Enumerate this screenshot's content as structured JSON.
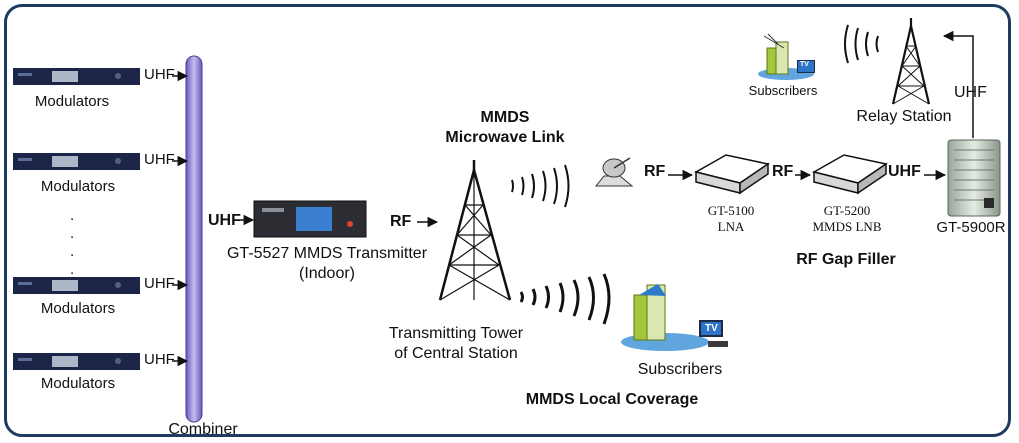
{
  "modulators": [
    {
      "label": "Modulators",
      "signal": "UHF"
    },
    {
      "label": "Modulators",
      "signal": "UHF"
    },
    {
      "label": "Modulators",
      "signal": "UHF"
    },
    {
      "label": "Modulators",
      "signal": "UHF"
    }
  ],
  "ellipsis": ".",
  "combiner": "Combiner",
  "transmitter": {
    "input_signal": "UHF",
    "label_line1": "GT-5527 MMDS Transmitter",
    "label_line2": "(Indoor)",
    "output_signal": "RF"
  },
  "tower": {
    "title_line1": "MMDS",
    "title_line2": "Microwave Link",
    "label_line1": "Transmitting Tower",
    "label_line2": "of Central Station"
  },
  "local_coverage": {
    "subscribers": "Subscribers",
    "title": "MMDS Local Coverage",
    "tv_badge": "TV"
  },
  "gap_filler": {
    "rf_in": "RF",
    "lna_model": "GT-5100",
    "lna_type": "LNA",
    "rf_mid": "RF",
    "lnb_model": "GT-5200",
    "lnb_type": "MMDS LNB",
    "uhf_out": "UHF",
    "repeater_model": "GT-5900R",
    "title": "RF Gap Filler"
  },
  "relay": {
    "signal": "UHF",
    "label": "Relay Station",
    "subscribers": "Subscribers",
    "tv_badge": "TV"
  },
  "colors": {
    "frame": "#1f3b63",
    "combiner": "#8e7ad0",
    "modulator": "#1c2548",
    "tower": "#111111"
  }
}
